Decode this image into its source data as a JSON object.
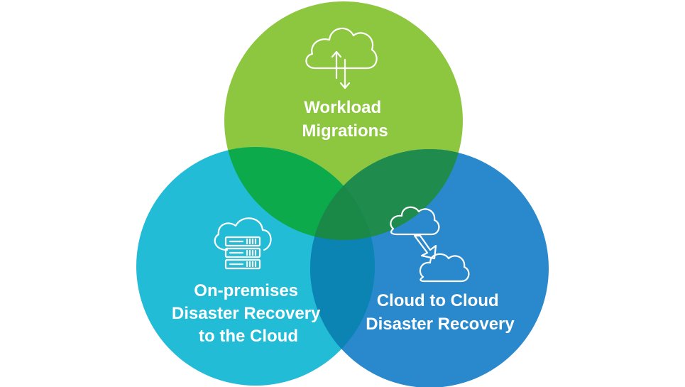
{
  "diagram": {
    "sets": [
      {
        "id": "workload",
        "icon": "cloud-sync-icon",
        "color": "#8dc63f",
        "label_lines": [
          "Workload",
          "Migrations"
        ]
      },
      {
        "id": "onprem",
        "icon": "server-cloud-icon",
        "color": "#22bcd6",
        "label_lines": [
          "On-premises",
          "Disaster Recovery",
          "to the Cloud"
        ]
      },
      {
        "id": "cloud2cloud",
        "icon": "cloud-to-cloud-icon",
        "color": "#2a89cc",
        "label_lines": [
          "Cloud to Cloud",
          "Disaster Recovery"
        ]
      }
    ],
    "overlap_colors": {
      "workload_onprem": "#0daa4b",
      "workload_cloud2cloud": "#1f8c4e",
      "onprem_cloud2cloud": "#0b84b3",
      "all": "#1a8846"
    }
  }
}
